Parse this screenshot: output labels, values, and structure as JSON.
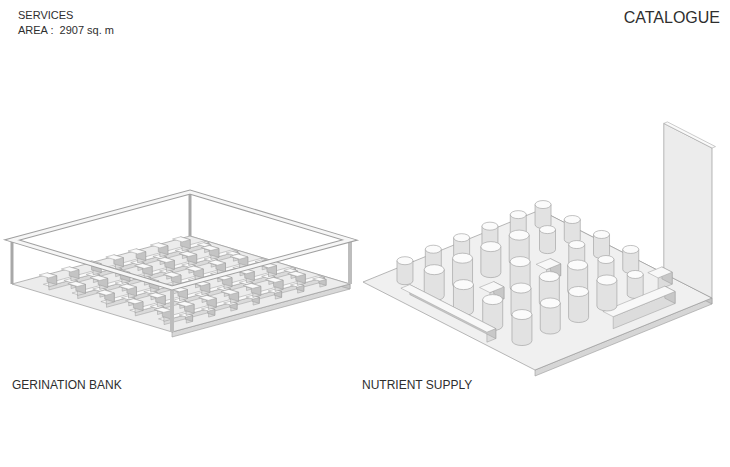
{
  "diagram": {
    "labels": [
      "SERVICES",
      "AREA :  2907 sq. m",
      "CATALOGUE",
      "GERINATION BANK",
      "NUTRIENT SUPPLY"
    ]
  }
}
